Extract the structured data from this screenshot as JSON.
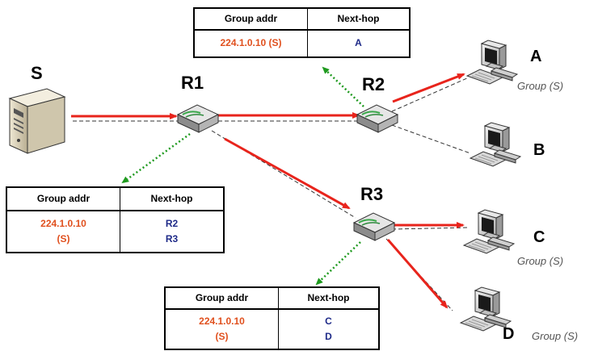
{
  "nodes": {
    "source": "S",
    "r1": "R1",
    "r2": "R2",
    "r3": "R3"
  },
  "hosts": [
    {
      "label": "A",
      "note": "Group (S)"
    },
    {
      "label": "B",
      "note": ""
    },
    {
      "label": "C",
      "note": "Group (S)"
    },
    {
      "label": "D",
      "note": "Group (S)"
    }
  ],
  "tables": {
    "r2": {
      "headers": [
        "Group addr",
        "Next-hop"
      ],
      "addr_lines": [
        "224.1.0.10 (S)"
      ],
      "hop_lines": [
        "A"
      ]
    },
    "r1": {
      "headers": [
        "Group addr",
        "Next-hop"
      ],
      "addr_lines": [
        "224.1.0.10",
        "(S)"
      ],
      "hop_lines": [
        "R2",
        "R3"
      ]
    },
    "r3": {
      "headers": [
        "Group addr",
        "Next-hop"
      ],
      "addr_lines": [
        "224.1.0.10",
        "(S)"
      ],
      "hop_lines": [
        "C",
        "D"
      ]
    }
  },
  "colors": {
    "multicast_arrow": "#e8241c",
    "unicast_link": "#333333",
    "table_pointer": "#1f9a1f",
    "group_addr_text": "#e0501e",
    "next_hop_text": "#1e2a88"
  },
  "icons": {
    "server": "server-icon",
    "router": "router-icon",
    "host": "desktop-computer-icon"
  }
}
